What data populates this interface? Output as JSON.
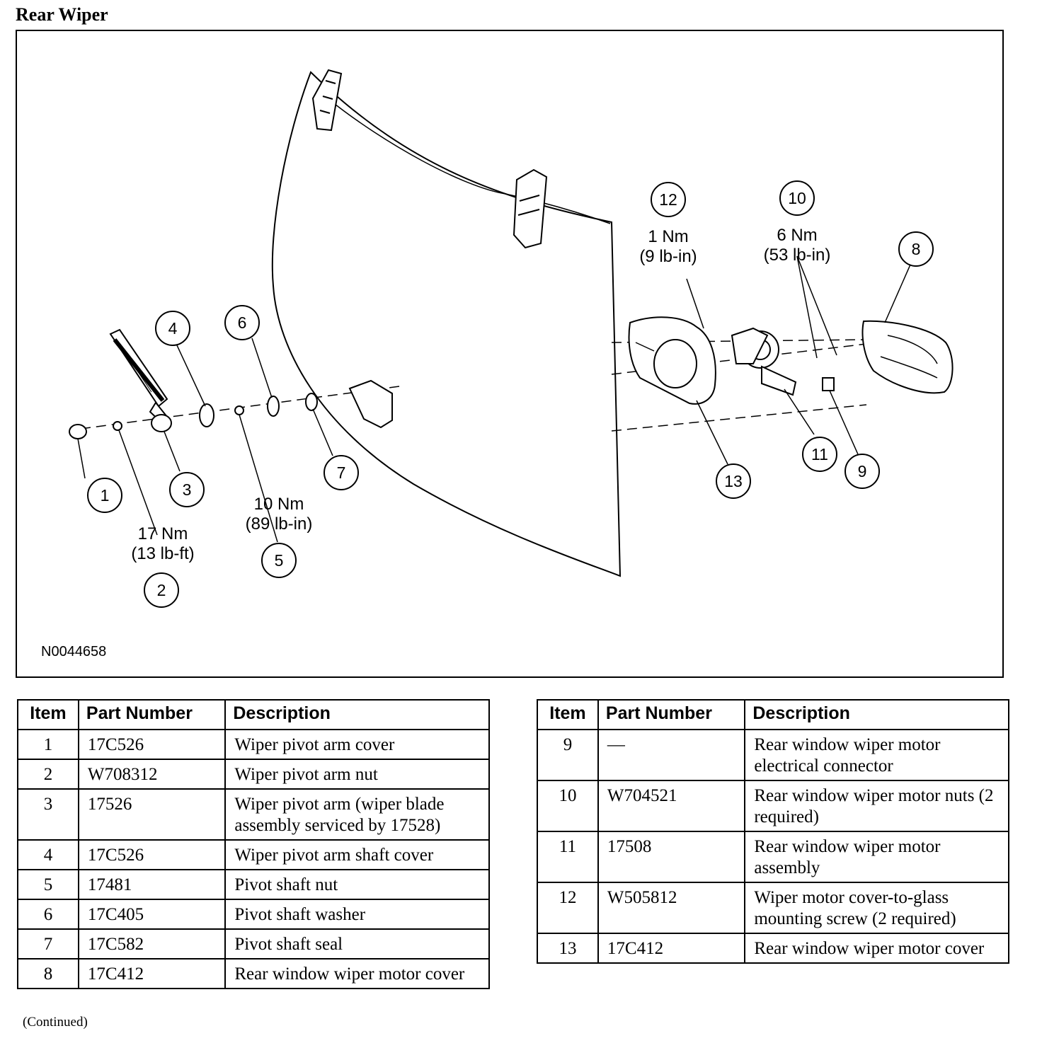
{
  "title": "Rear Wiper",
  "figure": {
    "id": "N0044658",
    "callouts": [
      "1",
      "2",
      "3",
      "4",
      "5",
      "6",
      "7",
      "8",
      "9",
      "10",
      "11",
      "12",
      "13"
    ],
    "torque_specs": [
      {
        "line1": "17 Nm",
        "line2": "(13 lb-ft)"
      },
      {
        "line1": "10 Nm",
        "line2": "(89 lb-in)"
      },
      {
        "line1": "1 Nm",
        "line2": "(9 lb-in)"
      },
      {
        "line1": "6 Nm",
        "line2": "(53 lb-in)"
      }
    ]
  },
  "table_left": {
    "headers": [
      "Item",
      "Part Number",
      "Description"
    ],
    "rows": [
      {
        "item": "1",
        "part": "17C526",
        "desc": "Wiper pivot arm cover"
      },
      {
        "item": "2",
        "part": "W708312",
        "desc": "Wiper pivot arm nut"
      },
      {
        "item": "3",
        "part": "17526",
        "desc": "Wiper pivot arm (wiper blade assembly serviced by 17528)"
      },
      {
        "item": "4",
        "part": "17C526",
        "desc": "Wiper pivot arm shaft cover"
      },
      {
        "item": "5",
        "part": "17481",
        "desc": "Pivot shaft nut"
      },
      {
        "item": "6",
        "part": "17C405",
        "desc": "Pivot shaft washer"
      },
      {
        "item": "7",
        "part": "17C582",
        "desc": "Pivot shaft seal"
      },
      {
        "item": "8",
        "part": "17C412",
        "desc": "Rear window wiper motor cover"
      }
    ]
  },
  "table_right": {
    "headers": [
      "Item",
      "Part Number",
      "Description"
    ],
    "rows": [
      {
        "item": "9",
        "part": "—",
        "desc": "Rear window wiper motor electrical connector"
      },
      {
        "item": "10",
        "part": "W704521",
        "desc": "Rear window wiper motor nuts (2 required)"
      },
      {
        "item": "11",
        "part": "17508",
        "desc": "Rear window wiper motor assembly"
      },
      {
        "item": "12",
        "part": "W505812",
        "desc": "Wiper motor cover-to-glass mounting screw (2 required)"
      },
      {
        "item": "13",
        "part": "17C412",
        "desc": "Rear window wiper motor cover"
      }
    ]
  },
  "continued": "(Continued)"
}
